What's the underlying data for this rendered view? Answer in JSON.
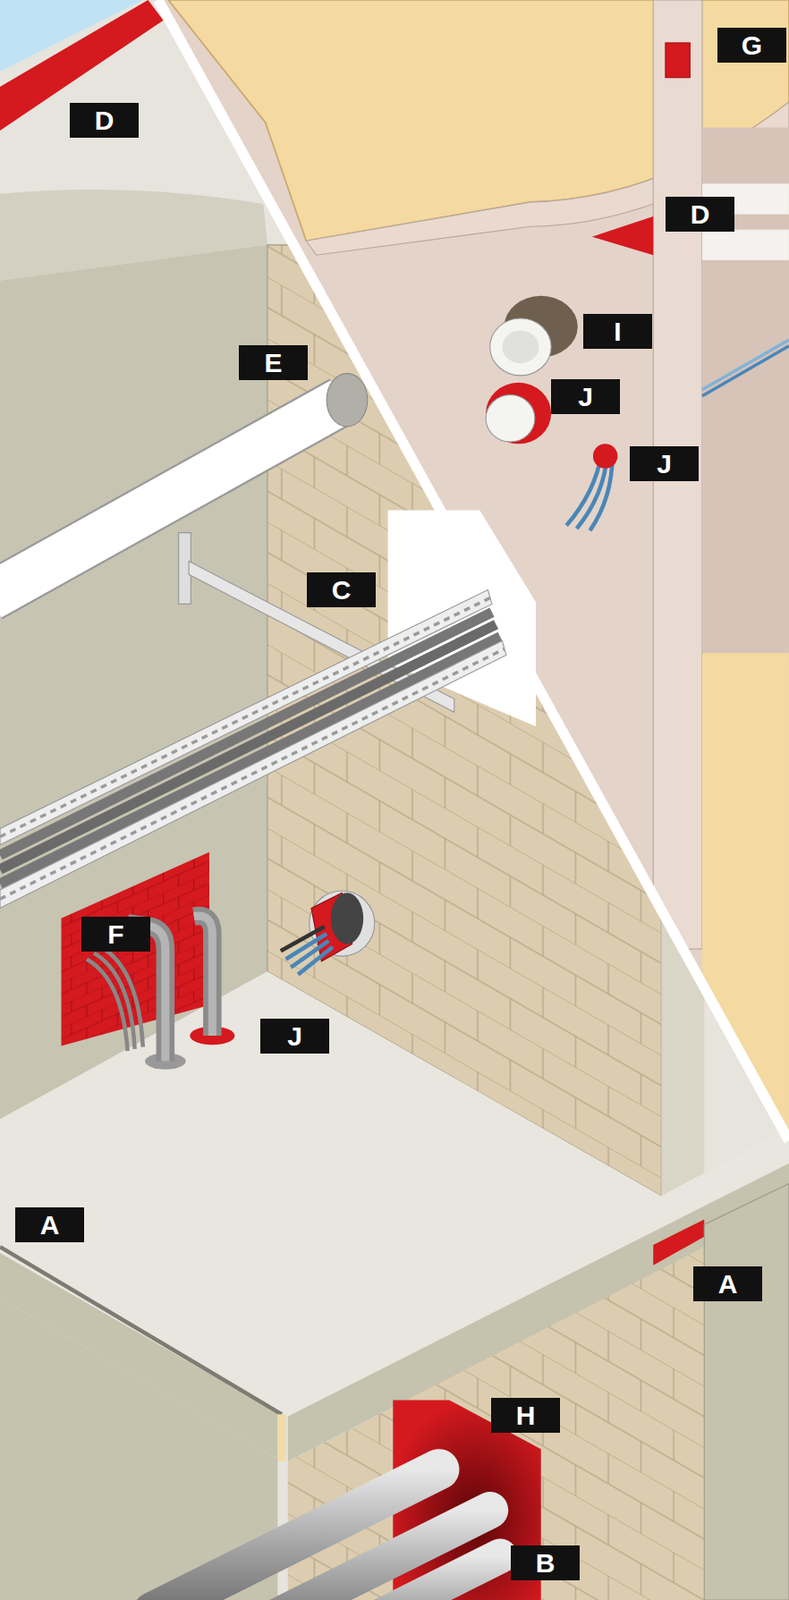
{
  "diagram": {
    "nodes": [
      {
        "text": [
          "G"
        ]
      },
      {
        "text": [
          "D"
        ]
      },
      {
        "text": [
          "D"
        ]
      },
      {
        "text": [
          "I"
        ]
      },
      {
        "text": [
          "E"
        ]
      },
      {
        "text": [
          "J"
        ]
      },
      {
        "text": [
          "J"
        ]
      },
      {
        "text": [
          "C"
        ]
      },
      {
        "text": [
          "F"
        ]
      },
      {
        "text": [
          "J"
        ]
      },
      {
        "text": [
          "A"
        ]
      },
      {
        "text": [
          "A"
        ]
      },
      {
        "text": [
          "H"
        ]
      },
      {
        "text": [
          "B"
        ]
      }
    ]
  }
}
